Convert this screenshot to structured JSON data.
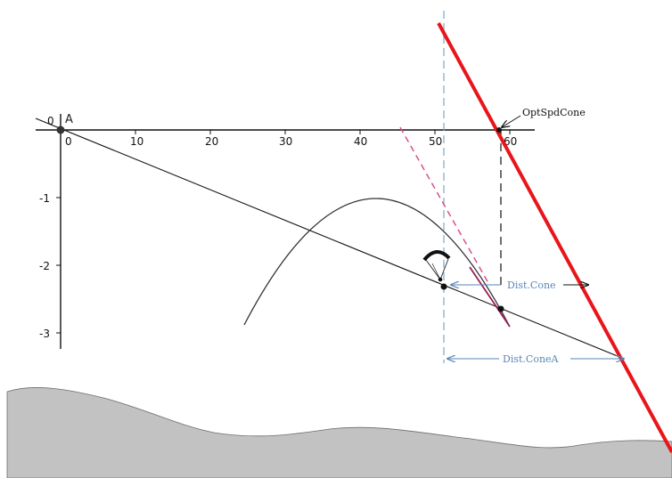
{
  "diagram": {
    "axis_origin_label": "0",
    "point_label": "A",
    "x_ticks": [
      "0",
      "10",
      "20",
      "30",
      "40",
      "50",
      "60"
    ],
    "y_ticks": [
      "-1",
      "-2",
      "-3"
    ],
    "labels": {
      "opt_spd_cone": "OptSpdCone",
      "dist_cone": "Dist.Cone",
      "dist_cone_a": "Dist.ConeA"
    },
    "colors": {
      "cone_line": "#e8151b",
      "dashed_tangent": "#d9508f",
      "vertical_guide": "#7fa6c9",
      "annotation": "#5a86b8",
      "ground": "#c2c2c2",
      "axes": "#111111"
    },
    "icons": {
      "paraglider": "paraglider-icon",
      "point": "point-marker"
    }
  }
}
